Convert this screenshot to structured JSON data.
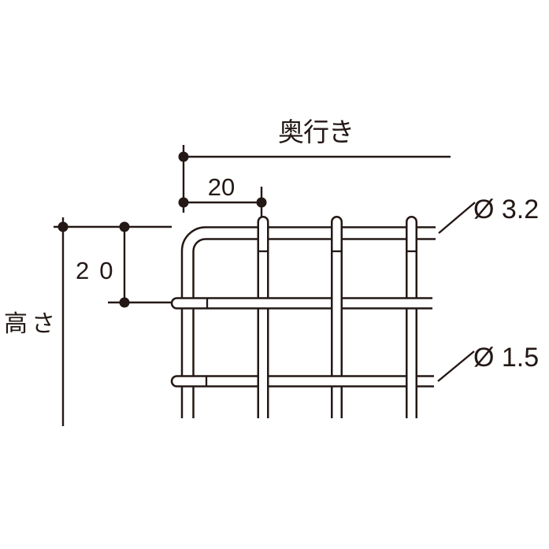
{
  "diagram": {
    "depth_label": "奥行き",
    "depth_pitch": "20",
    "height_pitch": "20",
    "height_label": "高さ",
    "frame_wire_dia": "Ø 3.2",
    "mesh_wire_dia": "Ø 1.5",
    "line_color": "#231815",
    "background": "#ffffff"
  }
}
